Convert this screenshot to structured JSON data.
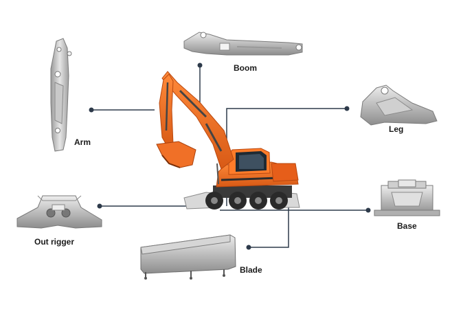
{
  "labels": {
    "boom": "Boom",
    "arm": "Arm",
    "leg": "Leg",
    "outrigger": "Out rigger",
    "base": "Base",
    "blade": "Blade"
  },
  "colors": {
    "excavator_body": "#f26b1d",
    "excavator_dark": "#c4501a",
    "metal_light": "#d8d8d8",
    "metal_dark": "#8a8a8a",
    "connector_line": "#2d3a4a",
    "tire": "#2a2a2a"
  }
}
